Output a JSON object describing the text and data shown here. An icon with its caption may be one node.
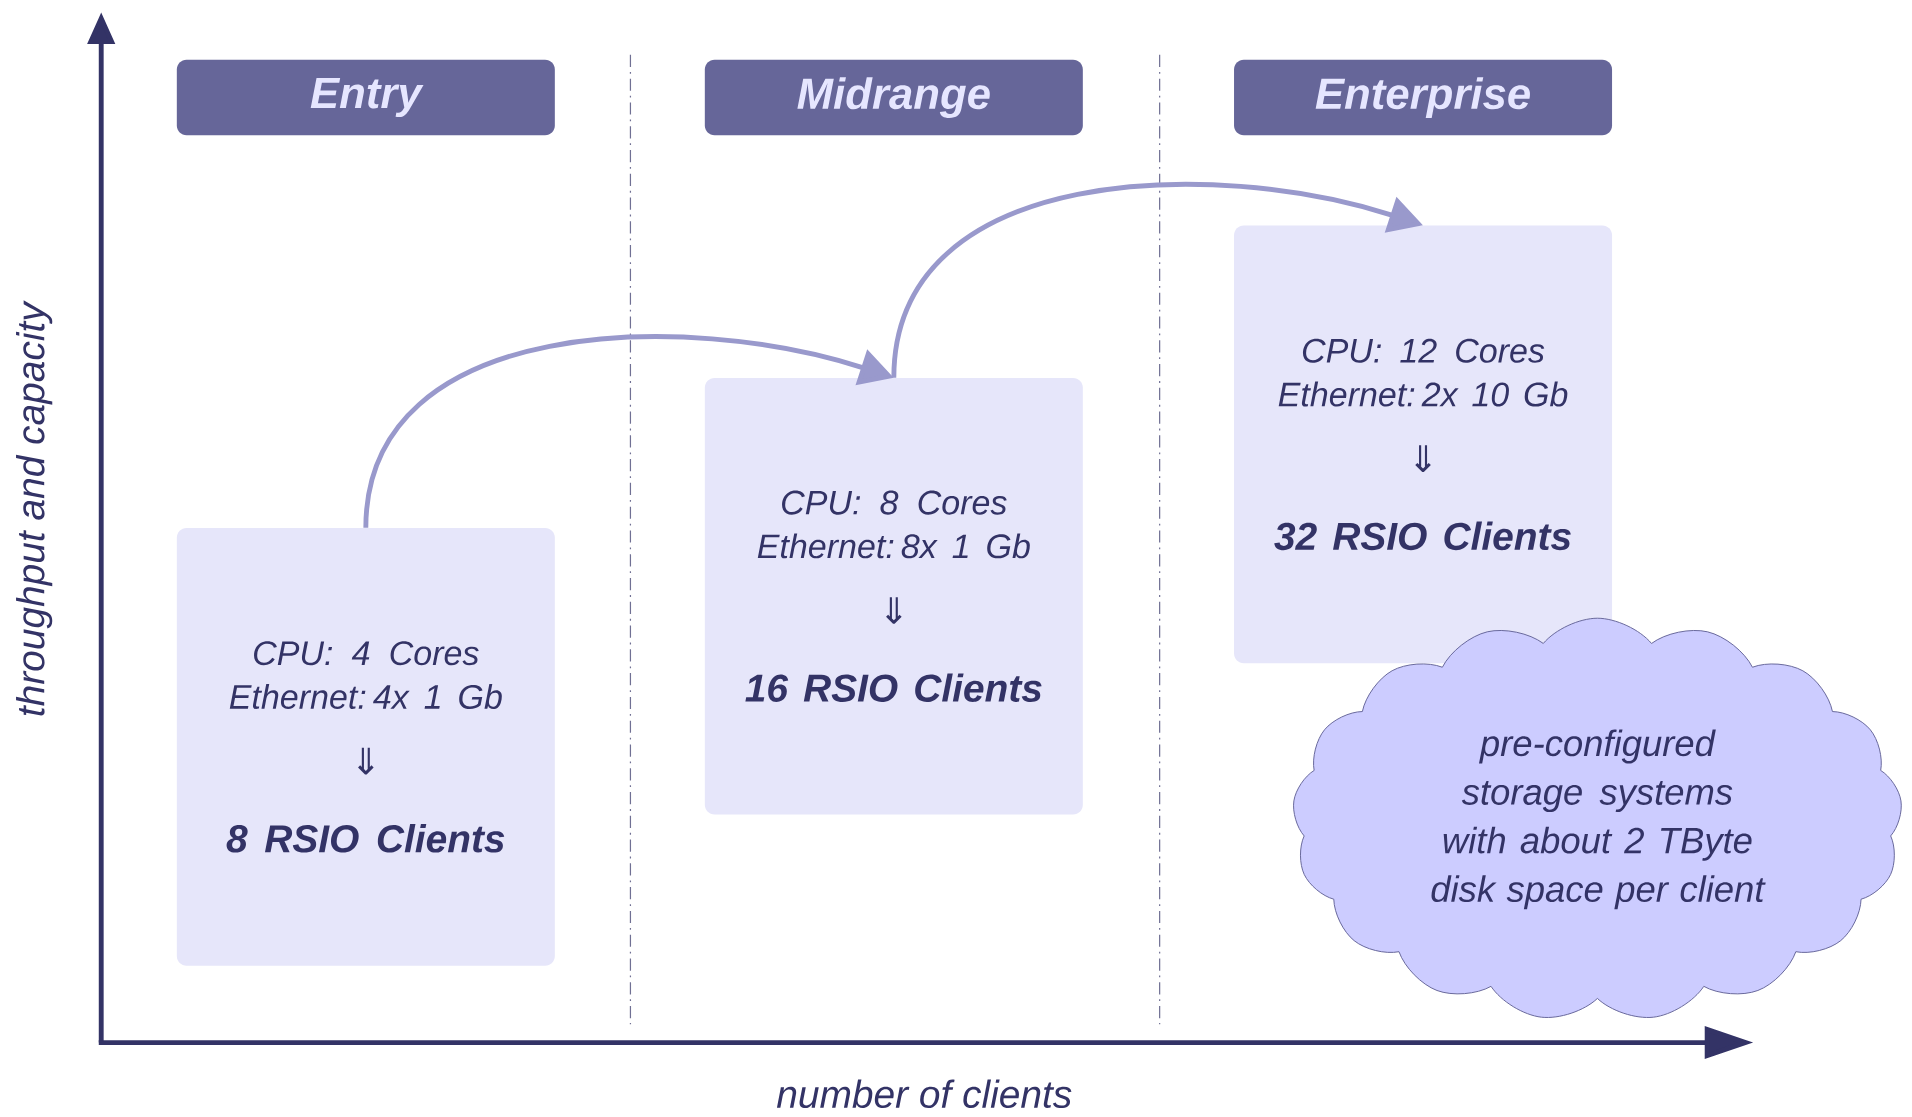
{
  "diagram": {
    "nodes": [
      {
        "text": [
          "Entry"
        ]
      },
      {
        "text": [
          "Midrange"
        ]
      },
      {
        "text": [
          "Enterprise"
        ]
      },
      {
        "text": [
          "CPU: 4 Cores Ethernet: 4x 1 Gb",
          "⇓",
          "8 RSIO Clients"
        ]
      },
      {
        "text": [
          "CPU: 8 Cores Ethernet: 8x 1 Gb",
          "⇓",
          "16 RSIO Clients"
        ]
      },
      {
        "text": [
          "CPU: 12 Cores Ethernet: 2x 10 Gb",
          "⇓",
          "32 RSIO Clients"
        ]
      },
      {
        "text": [
          "pre-configured storage systems with about 2 TByte disk space per client"
        ]
      }
    ],
    "edges": [
      {
        "from": 3,
        "to": 4,
        "arrow": "to"
      },
      {
        "from": 4,
        "to": 5,
        "arrow": "to"
      }
    ],
    "labels": [
      "throughput and capacity",
      "number of clients"
    ]
  }
}
